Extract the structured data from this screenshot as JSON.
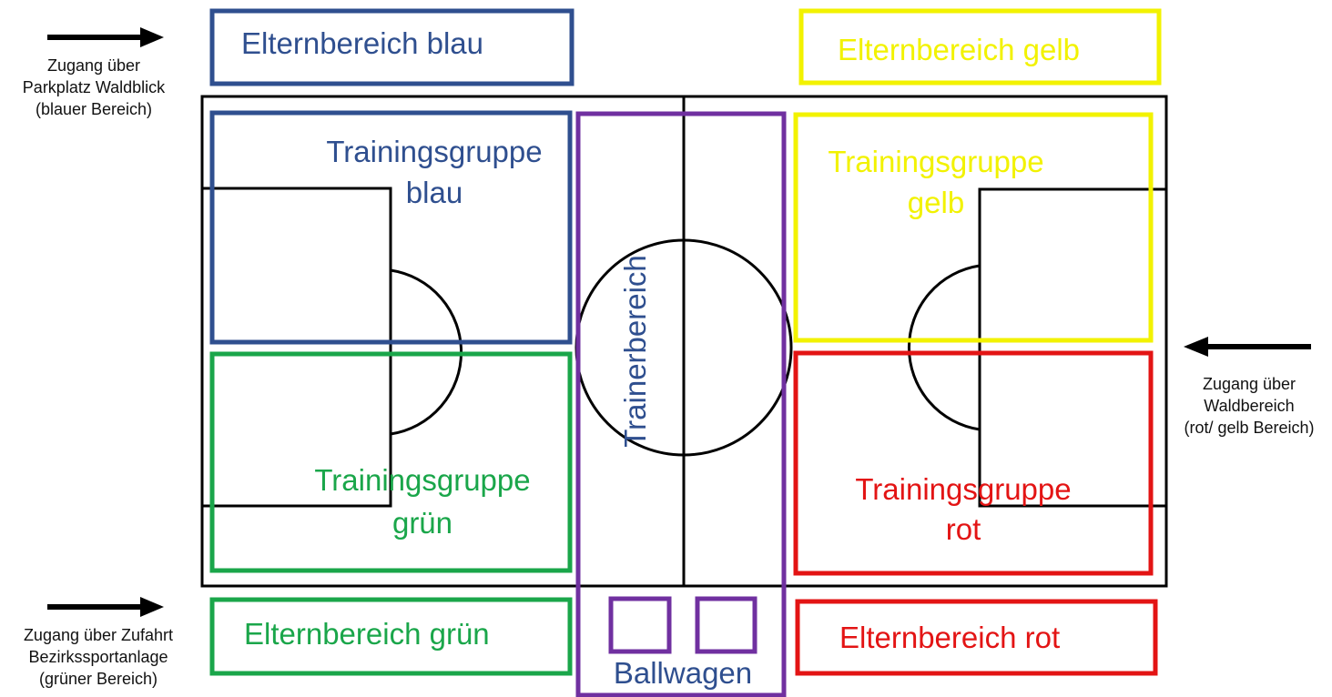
{
  "colors": {
    "blue": "#2f4f8f",
    "yellow": "#f2f200",
    "green": "#1aa64a",
    "red": "#e31414",
    "purple": "#7030a0",
    "line": "#000000"
  },
  "parent_areas": {
    "blue": "Elternbereich blau",
    "yellow": "Elternbereich gelb",
    "green": "Elternbereich grün",
    "red": "Elternbereich rot"
  },
  "training_groups": {
    "blue": [
      "Trainingsgruppe",
      "blau"
    ],
    "yellow": [
      "Trainingsgruppe",
      "gelb"
    ],
    "green": [
      "Trainingsgruppe",
      "grün"
    ],
    "red": [
      "Trainingsgruppe",
      "rot"
    ]
  },
  "trainer_area": "Trainerbereich",
  "ball_cart": "Ballwagen",
  "access": {
    "parking": [
      "Zugang über",
      "Parkplatz Waldblick",
      "(blauer Bereich)"
    ],
    "driveway": [
      "Zugang über Zufahrt",
      "Bezirkssportanlage",
      "(grüner Bereich)"
    ],
    "forest": [
      "Zugang über",
      "Waldbereich",
      "(rot/ gelb Bereich)"
    ]
  },
  "arrow_icon": "arrow-icon"
}
